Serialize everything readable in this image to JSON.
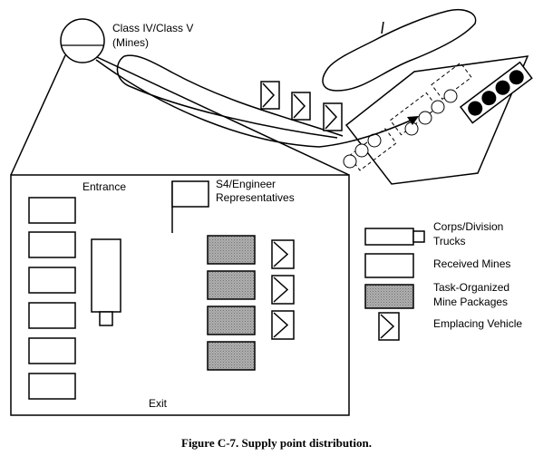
{
  "labels": {
    "supply_point": [
      "Class IV/Class V",
      "(Mines)"
    ],
    "entrance": "Entrance",
    "exit": "Exit",
    "s4_engineer": [
      "S4/Engineer",
      "Representatives"
    ]
  },
  "legend": {
    "trucks": [
      "Corps/Division",
      "Trucks"
    ],
    "received_mines": "Received Mines",
    "task_organized": [
      "Task-Organized",
      "Mine Packages"
    ],
    "emplacing_vehicle": "Emplacing Vehicle"
  },
  "caption": "Figure C-7. Supply point distribution.",
  "colors": {
    "stroke": "#000000",
    "background": "#ffffff",
    "package_fill": "#a8a8a8",
    "mine_fill": "#000000"
  },
  "icons": {
    "supply_point": "circle-icon",
    "mine": "mine-icon",
    "emplacing_vehicle": "emplacing-vehicle-icon",
    "truck": "truck-icon",
    "flag": "flag-icon"
  }
}
